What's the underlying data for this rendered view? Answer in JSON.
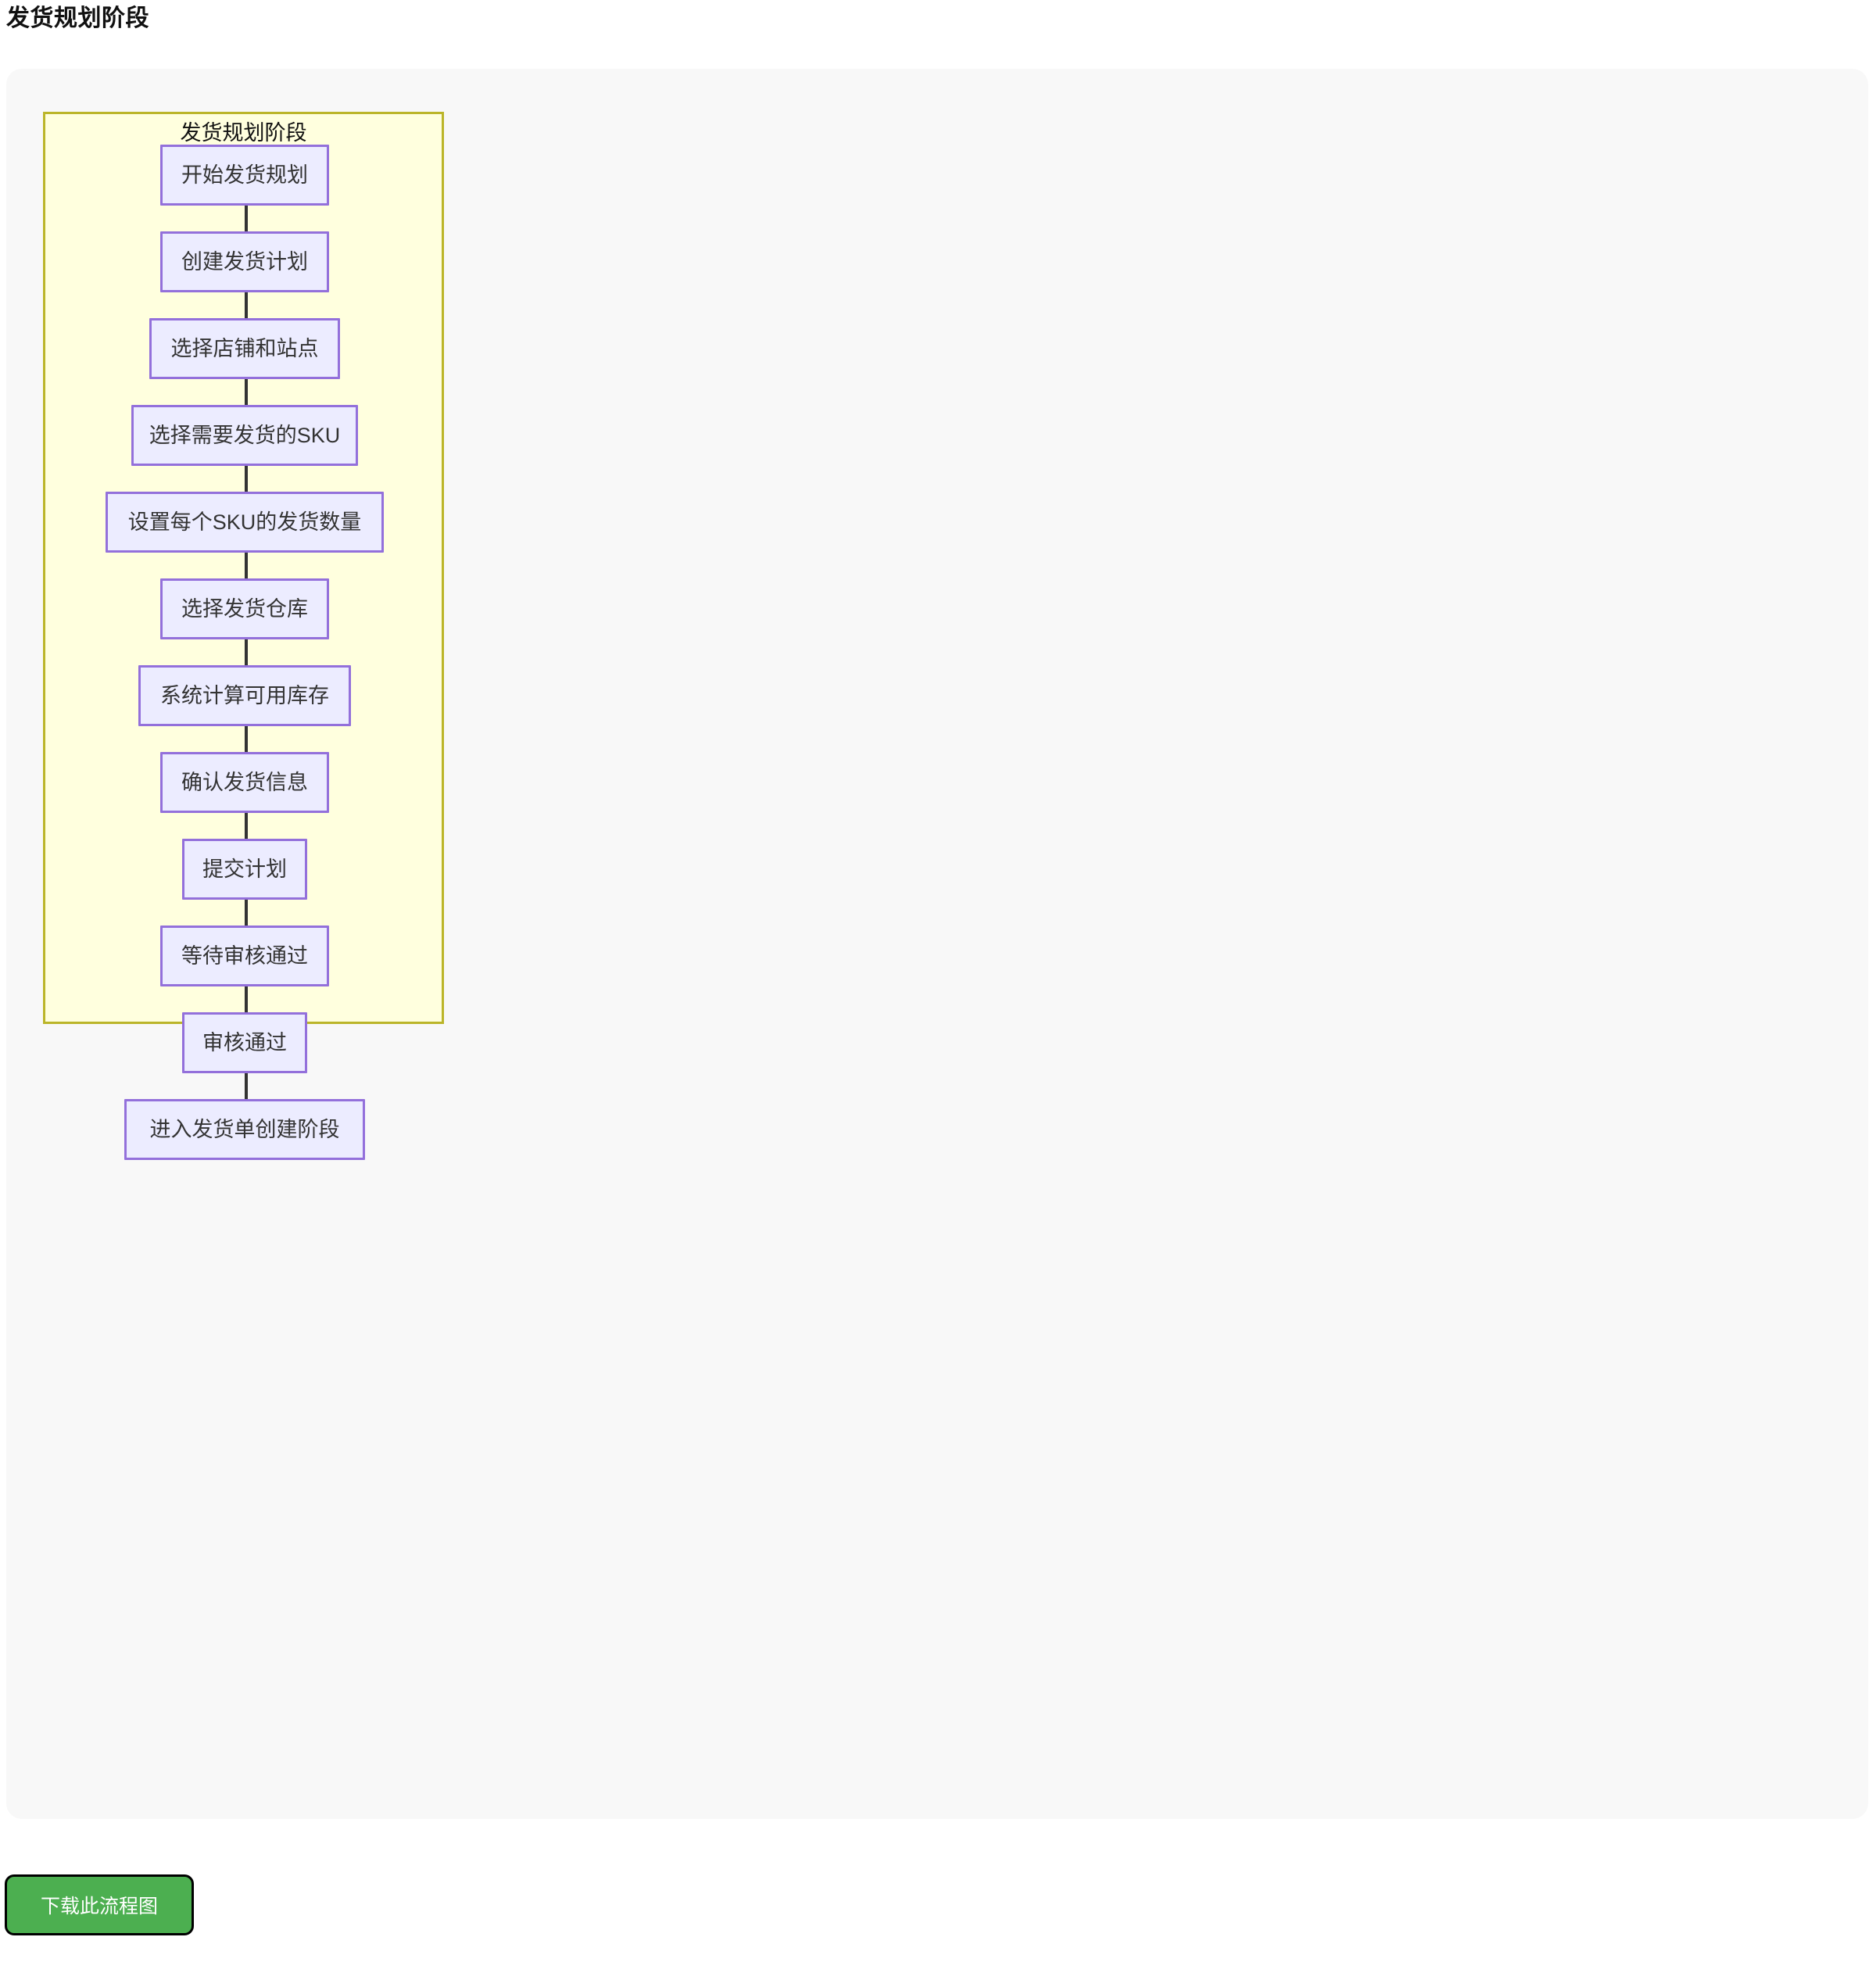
{
  "page": {
    "title": "发货规划阶段"
  },
  "diagram": {
    "type": "flowchart",
    "direction": "top-down",
    "subgraph": {
      "label": "发货规划阶段",
      "fill_color": "#ffffde",
      "border_color": "#bbb529"
    },
    "node_style": {
      "fill_color": "#ececff",
      "border_color": "#9370db",
      "text_color": "#333333"
    },
    "edge_style": {
      "color": "#333333",
      "arrow": "solid-triangle"
    },
    "nodes": [
      {
        "id": "n1",
        "label": "开始发货规划"
      },
      {
        "id": "n2",
        "label": "创建发货计划"
      },
      {
        "id": "n3",
        "label": "选择店铺和站点"
      },
      {
        "id": "n4",
        "label": "选择需要发货的SKU"
      },
      {
        "id": "n5",
        "label": "设置每个SKU的发货数量"
      },
      {
        "id": "n6",
        "label": "选择发货仓库"
      },
      {
        "id": "n7",
        "label": "系统计算可用库存"
      },
      {
        "id": "n8",
        "label": "确认发货信息"
      },
      {
        "id": "n9",
        "label": "提交计划"
      },
      {
        "id": "n10",
        "label": "等待审核通过"
      },
      {
        "id": "n11",
        "label": "审核通过"
      },
      {
        "id": "n12",
        "label": "进入发货单创建阶段"
      }
    ],
    "edges": [
      {
        "from": "n1",
        "to": "n2"
      },
      {
        "from": "n2",
        "to": "n3"
      },
      {
        "from": "n3",
        "to": "n4"
      },
      {
        "from": "n4",
        "to": "n5"
      },
      {
        "from": "n5",
        "to": "n6"
      },
      {
        "from": "n6",
        "to": "n7"
      },
      {
        "from": "n7",
        "to": "n8"
      },
      {
        "from": "n8",
        "to": "n9"
      },
      {
        "from": "n9",
        "to": "n10"
      },
      {
        "from": "n10",
        "to": "n11"
      },
      {
        "from": "n11",
        "to": "n12"
      }
    ]
  },
  "actions": {
    "download_label": "下载此流程图",
    "download_color": "#4caf50"
  }
}
